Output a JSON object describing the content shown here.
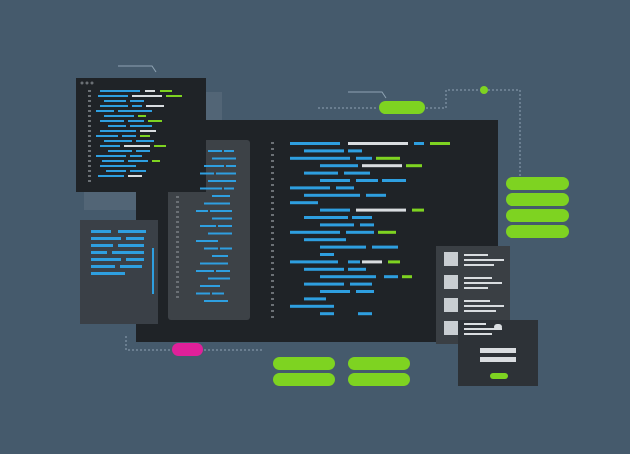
{
  "palette": {
    "background": "#455a6c",
    "window_dark": "#1f2327",
    "panel_gray": "#3a3f44",
    "code_blue": "#2e9fe0",
    "code_white": "#d9dde0",
    "accent_green": "#7ed321",
    "accent_magenta": "#e0209a",
    "gutter_gray": "#6b7075"
  },
  "icons": {
    "window_controls": "traffic-dots-icon",
    "image_placeholder": "image-placeholder-icon",
    "connector": "dotted-connector-icon",
    "pointer": "arrow-pointer-icon"
  },
  "pills": {
    "green_count_right_stack": 4,
    "green_count_bottom": 4,
    "magenta_count": 1
  }
}
